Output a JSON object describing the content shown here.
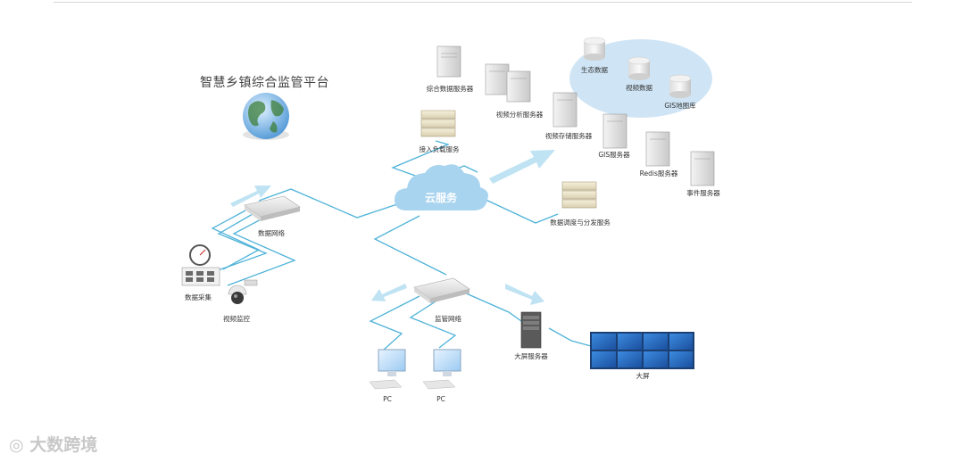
{
  "title": "智慧乡镇综合监管平台",
  "cloud": "云服务",
  "servers": {
    "integrated": "综合数据服务器",
    "video_analysis": "视频分析服务器",
    "video_storage": "视频存储服务器",
    "gis": "GIS服务器",
    "redis": "Redis服务器",
    "event": "事件服务器",
    "access_lb": "接入负载服务",
    "dispatch": "数据调度与分发服务",
    "big_screen_server": "大屏服务器"
  },
  "databases": {
    "eco": "生态数据",
    "video": "视频数据",
    "gis": "GIS地图库"
  },
  "network": {
    "data_network": "数据网络",
    "supervision_network": "监管网络"
  },
  "devices": {
    "data_collection": "数据采集",
    "video_monitor": "视频监控",
    "pc1": "PC",
    "pc2": "PC",
    "big_screen": "大屏"
  },
  "watermark": "大数跨境",
  "colors": {
    "line": "#4fb3d9",
    "cloud": "#a9d4ef",
    "ellipse": "#cfe5f5",
    "arrow": "#bfe3f3",
    "screen": "#2a6fc4"
  }
}
